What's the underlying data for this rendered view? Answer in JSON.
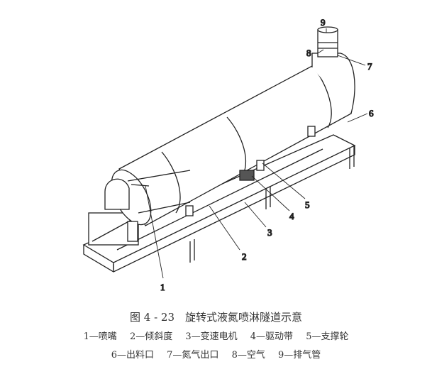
{
  "figure": {
    "title": "图 4 - 23　旋转式液氮喷淋隧道示意",
    "legend_line1": [
      {
        "num": "1",
        "text": "1—喷嘴"
      },
      {
        "num": "2",
        "text": "2—倾斜度"
      },
      {
        "num": "3",
        "text": "3—变速电机"
      },
      {
        "num": "4",
        "text": "4—驱动带"
      },
      {
        "num": "5",
        "text": "5—支撑轮"
      }
    ],
    "legend_line2": [
      {
        "num": "6",
        "text": "6—出料口"
      },
      {
        "num": "7",
        "text": "7—氮气出口"
      },
      {
        "num": "8",
        "text": "8—空气"
      },
      {
        "num": "9",
        "text": "9—排气管"
      }
    ],
    "callouts": [
      "1",
      "2",
      "3",
      "4",
      "5",
      "6",
      "7",
      "8",
      "9"
    ]
  }
}
